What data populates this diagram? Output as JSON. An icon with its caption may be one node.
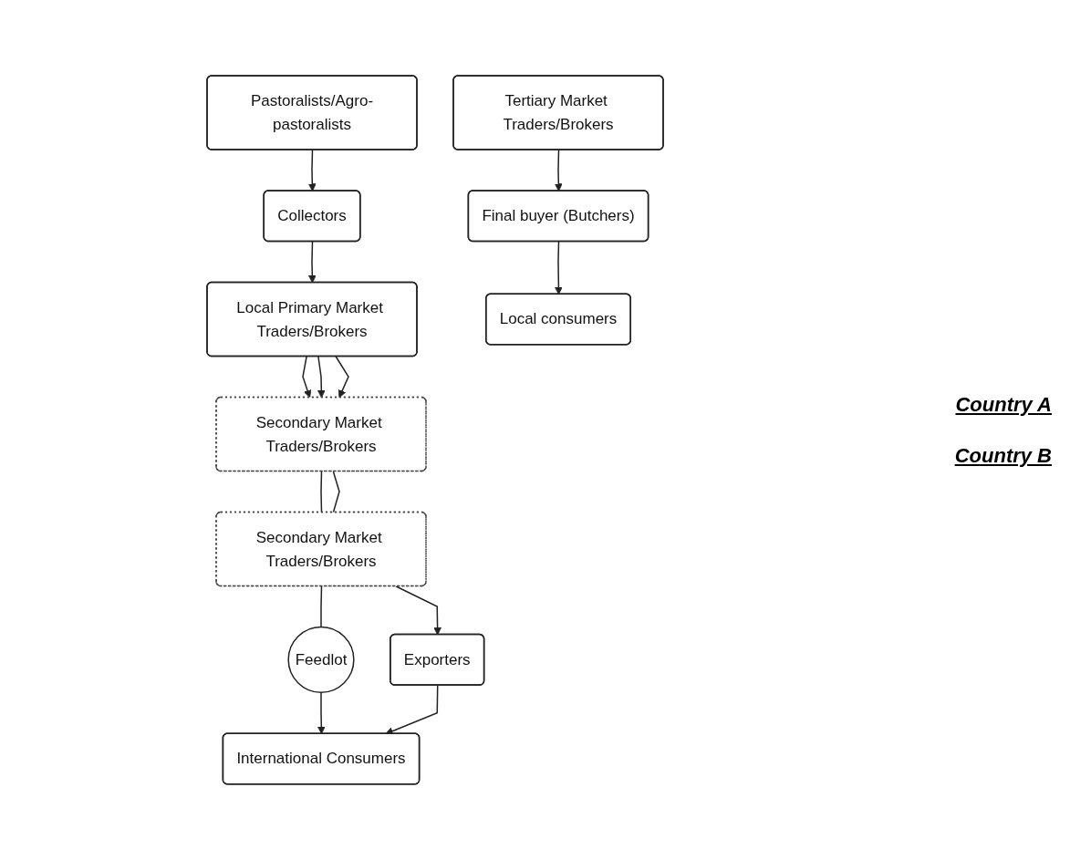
{
  "diagram": {
    "nodes": [
      {
        "text": [
          "Pastoralists/Agro-pastoralists"
        ]
      },
      {
        "text": [
          "Collectors"
        ]
      },
      {
        "text": [
          "Local Primary Market Traders/Brokers"
        ]
      },
      {
        "text": [
          "Secondary Market Traders/Brokers"
        ]
      },
      {
        "text": [
          "Secondary Market Traders/Brokers"
        ]
      },
      {
        "text": [
          "Tertiary Market Traders/Brokers"
        ]
      },
      {
        "text": [
          "Exporters"
        ]
      },
      {
        "text": [
          "Final buyer (Butchers)"
        ]
      },
      {
        "text": [
          "Feedlot"
        ]
      },
      {
        "text": [
          "Local consumers"
        ]
      },
      {
        "text": [
          "International Consumers"
        ]
      }
    ],
    "edges": [
      {
        "from": 0,
        "to": 1,
        "arrow": "to"
      },
      {
        "from": 1,
        "to": 2,
        "arrow": "to"
      },
      {
        "from": 2,
        "to": 3,
        "arrow": "to"
      },
      {
        "from": 2,
        "to": 3,
        "arrow": "to"
      },
      {
        "from": 2,
        "to": 3,
        "arrow": "to"
      },
      {
        "from": 3,
        "to": 4,
        "arrow": "none"
      },
      {
        "from": 3,
        "to": 4,
        "arrow": "none"
      },
      {
        "from": 4,
        "to": 6,
        "arrow": "to"
      },
      {
        "from": 4,
        "to": 8,
        "arrow": "none"
      },
      {
        "from": 5,
        "to": 7,
        "arrow": "to"
      },
      {
        "from": 7,
        "to": 9,
        "arrow": "to"
      },
      {
        "from": 8,
        "to": 10,
        "arrow": "to"
      },
      {
        "from": 6,
        "to": 10,
        "arrow": "to"
      }
    ],
    "labels": [
      "Country A",
      "Country B"
    ]
  }
}
